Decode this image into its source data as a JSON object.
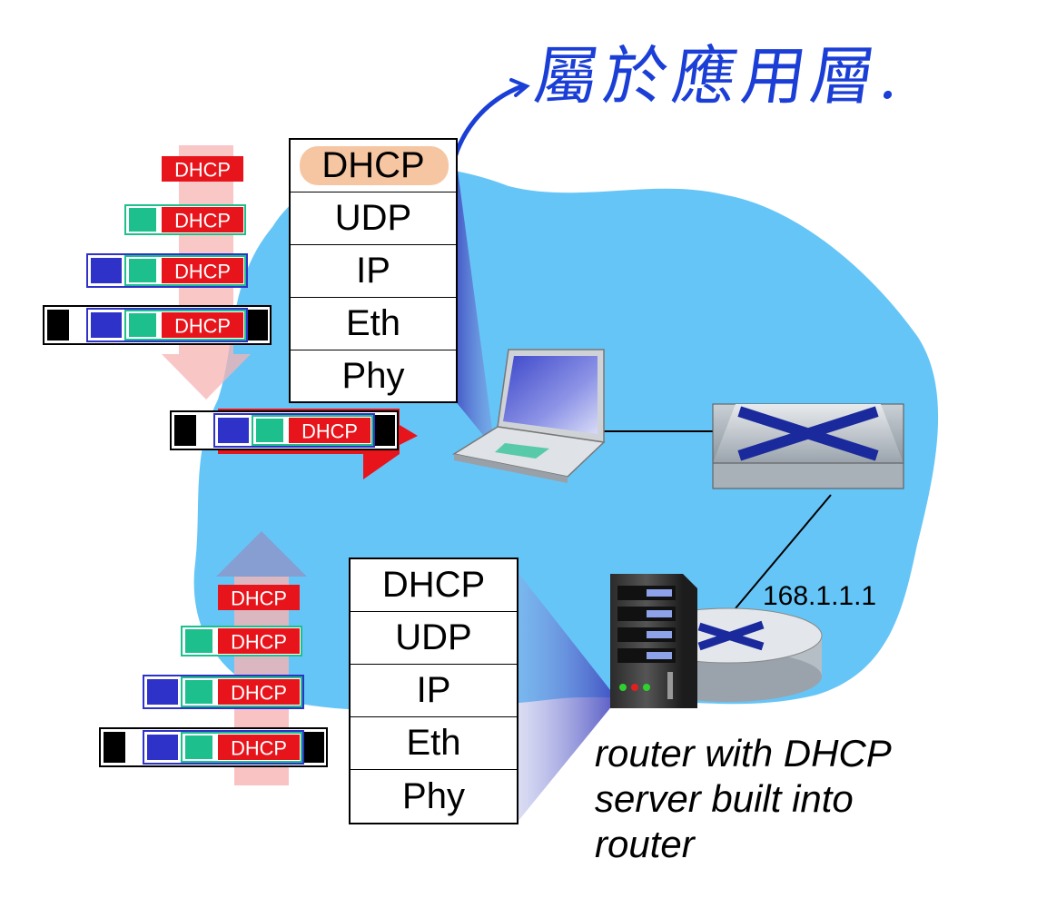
{
  "colors": {
    "network_cloud": "#66c5f7",
    "packet_red": "#e8141b",
    "udp_green": "#1dbf8c",
    "ip_blue": "#2f32c8",
    "eth_black": "#000000",
    "down_arrow": "#f8b4b4",
    "up_arrow": "#8f95c8",
    "handwriting": "#1b3fd6",
    "highlight": "#f6c6a2"
  },
  "client_stack": {
    "layers": [
      "DHCP",
      "UDP",
      "IP",
      "Eth",
      "Phy"
    ],
    "highlighted_layer": "DHCP"
  },
  "server_stack": {
    "layers": [
      "DHCP",
      "UDP",
      "IP",
      "Eth",
      "Phy"
    ]
  },
  "packet_label": "DHCP",
  "router_ip": "168.1.1.1",
  "router_caption": [
    "router with DHCP",
    "server built into",
    "router"
  ],
  "handwritten_note": "屬於應用層."
}
